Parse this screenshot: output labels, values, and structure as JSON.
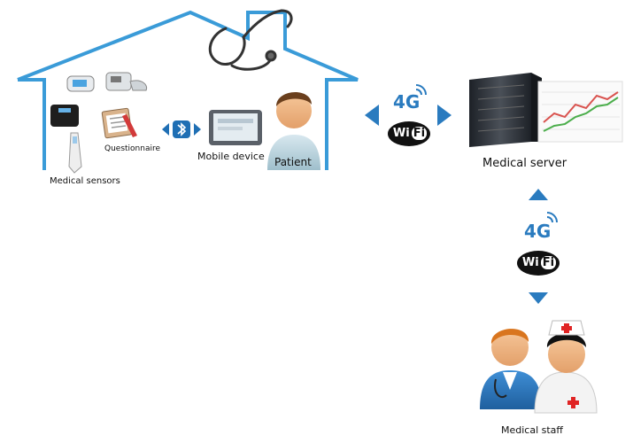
{
  "labels": {
    "medical_sensors": "Medical sensors",
    "questionnaire": "Questionnaire",
    "mobile_device": "Mobile device",
    "patient": "Patient",
    "medical_server": "Medical server",
    "medical_staff": "Medical staff"
  },
  "network": {
    "cellular": "4G",
    "wifi_wi": "Wi",
    "wifi_fi": "Fi"
  },
  "colors": {
    "house_outline": "#3a9bd8",
    "arrow_blue": "#2a7bbf",
    "server_dark": "#2b2f36",
    "bluetooth": "#1f6fb4"
  }
}
